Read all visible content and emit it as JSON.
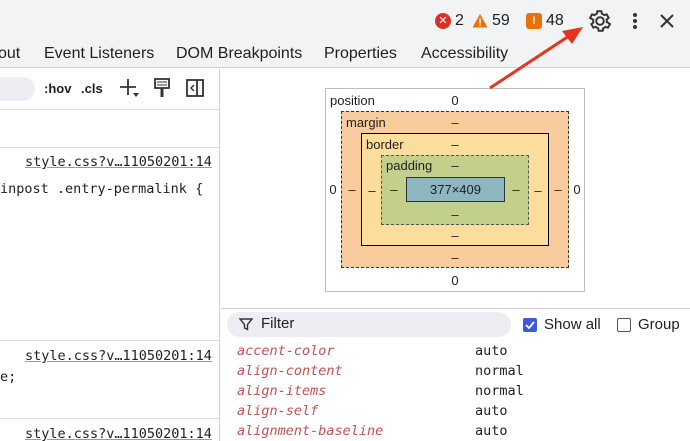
{
  "status": {
    "errors": "2",
    "warnings": "59",
    "issues": "48"
  },
  "tabs": [
    {
      "label": "out"
    },
    {
      "label": "Event Listeners"
    },
    {
      "label": "DOM Breakpoints"
    },
    {
      "label": "Properties"
    },
    {
      "label": "Accessibility"
    }
  ],
  "styles_toolbar": {
    "hov": ":hov",
    "cls": ".cls"
  },
  "styles": {
    "rules": [
      {
        "source": "style.css?v…11050201:14",
        "selector": "inpost .entry-permalink {"
      },
      {
        "source": "style.css?v…11050201:14",
        "selector": "e;"
      },
      {
        "source": "style.css?v…11050201:14",
        "selector": ""
      }
    ]
  },
  "box_model": {
    "position_label": "position",
    "position_top": "0",
    "position_left": "0",
    "position_right": "0",
    "position_bottom": "0",
    "margin_label": "margin",
    "margin_top": "–",
    "margin_left": "–",
    "margin_right": "–",
    "margin_bottom": "–",
    "border_label": "border",
    "border_top": "–",
    "border_left": "–",
    "border_right": "–",
    "border_bottom": "–",
    "padding_label": "padding",
    "padding_top": "–",
    "padding_left": "–",
    "padding_right": "–",
    "padding_bottom": "–",
    "content": "377×409"
  },
  "computed": {
    "filter_placeholder": "Filter",
    "show_all_label": "Show all",
    "show_all_checked": true,
    "group_label": "Group",
    "group_checked": false,
    "properties": [
      {
        "name": "accent-color",
        "value": "auto"
      },
      {
        "name": "align-content",
        "value": "normal"
      },
      {
        "name": "align-items",
        "value": "normal"
      },
      {
        "name": "align-self",
        "value": "auto"
      },
      {
        "name": "alignment-baseline",
        "value": "auto"
      }
    ]
  },
  "colors": {
    "accent": "#3b5bdb",
    "annotation_arrow": "#e8341c",
    "property_name": "#c55152"
  }
}
